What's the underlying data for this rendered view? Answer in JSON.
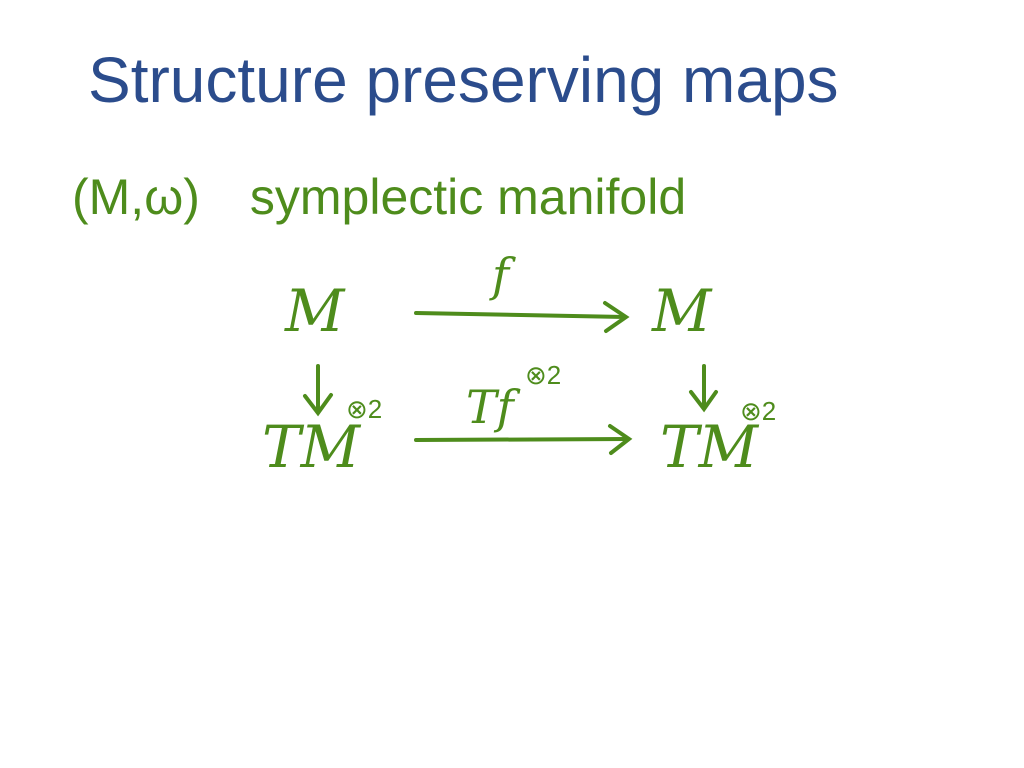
{
  "title": "Structure preserving maps",
  "subtitle": {
    "pair": "(M,ω)",
    "description": "symplectic manifold"
  },
  "diagram": {
    "top_left": "M",
    "top_right": "M",
    "top_arrow_label": "f",
    "bottom_left": "TM",
    "bottom_right": "TM",
    "bottom_arrow_label": "Tf",
    "tensor_power": "⊗2"
  },
  "colors": {
    "title": "#2b4c8c",
    "body": "#4e8c1c"
  }
}
